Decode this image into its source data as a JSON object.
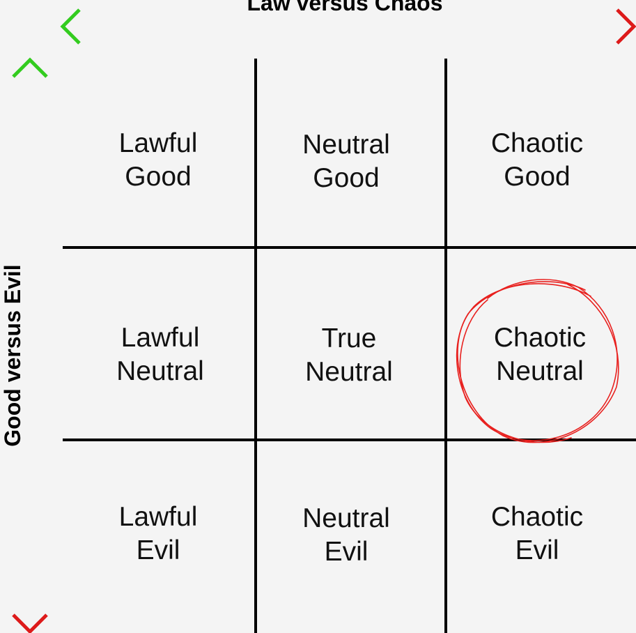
{
  "axes": {
    "horizontal": {
      "label": "Law versus Chaos",
      "color_start": "#33cc1f",
      "color_end": "#dd1a1a"
    },
    "vertical": {
      "label": "Good versus Evil",
      "color_start": "#33cc1f",
      "color_end": "#dd1a1a"
    }
  },
  "grid": {
    "line_color": "#000000",
    "rows": [
      [
        {
          "line1": "Lawful",
          "line2": "Good"
        },
        {
          "line1": "Neutral",
          "line2": "Good"
        },
        {
          "line1": "Chaotic",
          "line2": "Good"
        }
      ],
      [
        {
          "line1": "Lawful",
          "line2": "Neutral"
        },
        {
          "line1": "True",
          "line2": "Neutral"
        },
        {
          "line1": "Chaotic",
          "line2": "Neutral"
        }
      ],
      [
        {
          "line1": "Lawful",
          "line2": "Evil"
        },
        {
          "line1": "Neutral",
          "line2": "Evil"
        },
        {
          "line1": "Chaotic",
          "line2": "Evil"
        }
      ]
    ]
  },
  "highlight": {
    "cell": "Chaotic Neutral",
    "color": "#e8201e"
  }
}
